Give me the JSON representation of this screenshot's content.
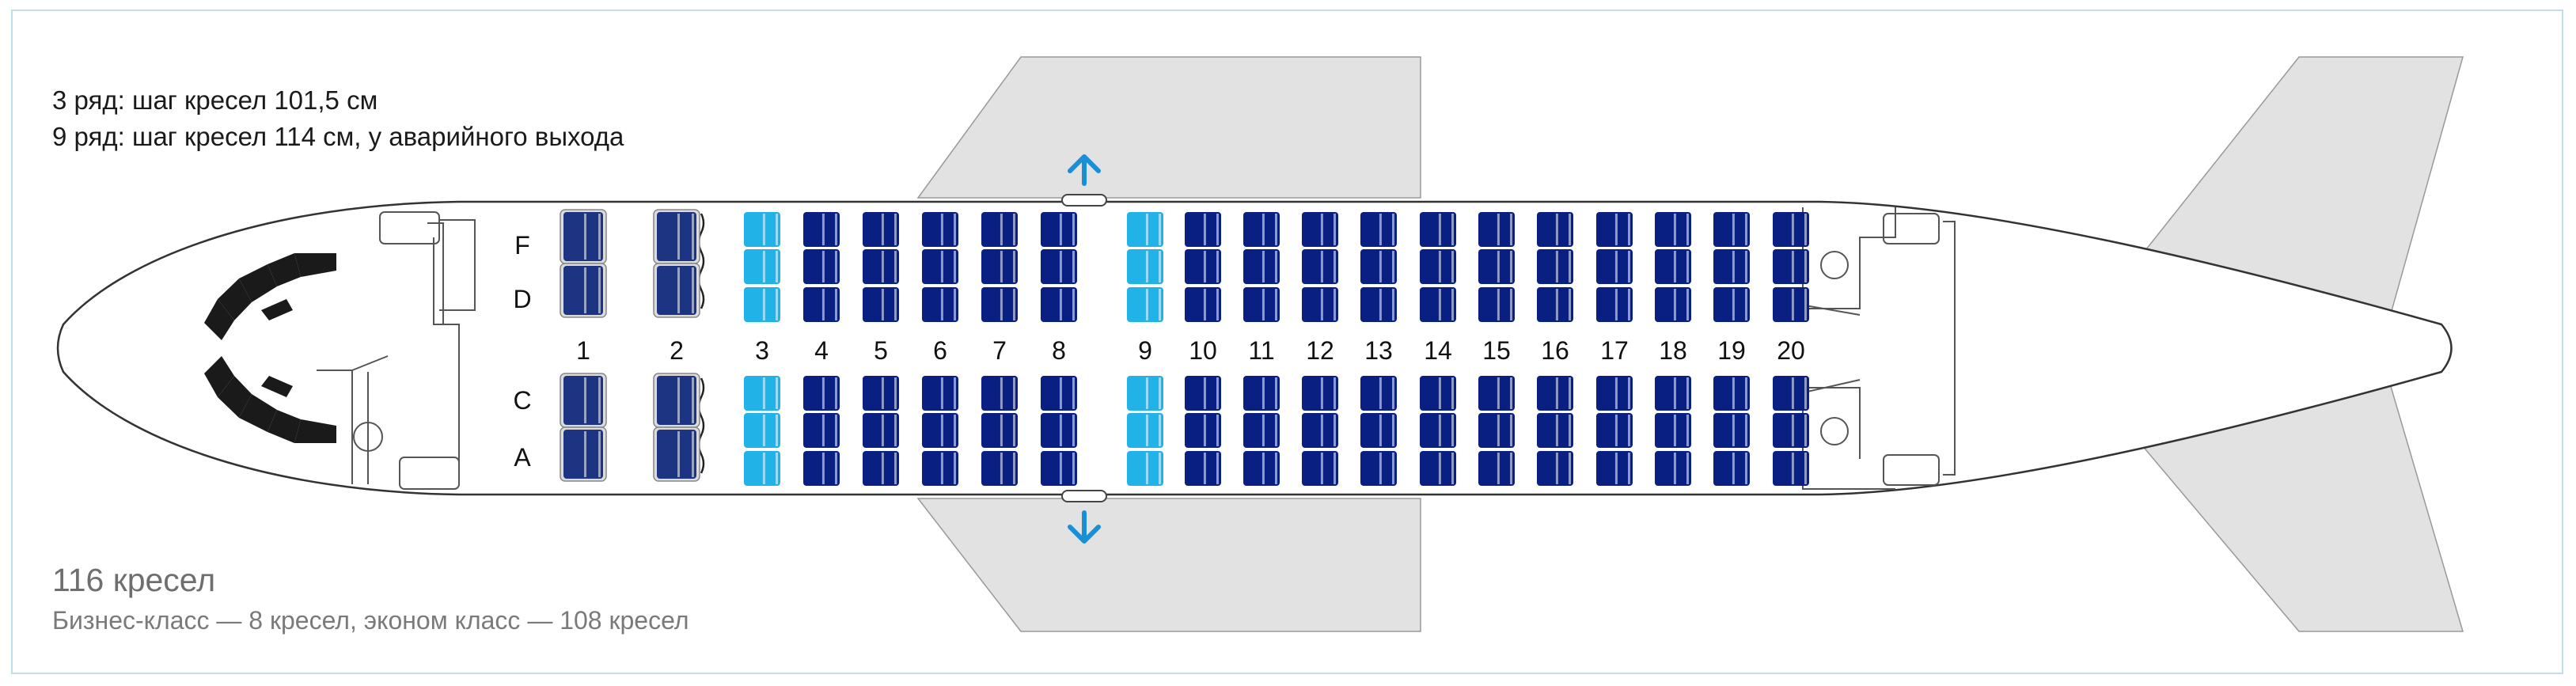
{
  "notes": [
    "3 ряд: шаг кресел 101,5 см",
    "9 ряд: шаг кресел 114 см, у аварийного выхода"
  ],
  "summary": {
    "total": "116 кресел",
    "classes": "Бизнес-класс — 8 кресел, эконом класс — 108 кресел"
  },
  "seat_letters": [
    "F",
    "D",
    "C",
    "A"
  ],
  "rows": [
    "1",
    "2",
    "3",
    "4",
    "5",
    "6",
    "7",
    "8",
    "9",
    "10",
    "11",
    "12",
    "13",
    "14",
    "15",
    "16",
    "17",
    "18",
    "19",
    "20"
  ],
  "highlighted_rows": [
    "3",
    "9"
  ],
  "colors": {
    "economy": "#0a1f82",
    "business": "#1d3482",
    "highlight": "#21b2e8",
    "exit_arrow": "#1a8fd6",
    "wing": "#e2e2e2",
    "outline": "#222222",
    "galley": "#1a1a1a"
  }
}
